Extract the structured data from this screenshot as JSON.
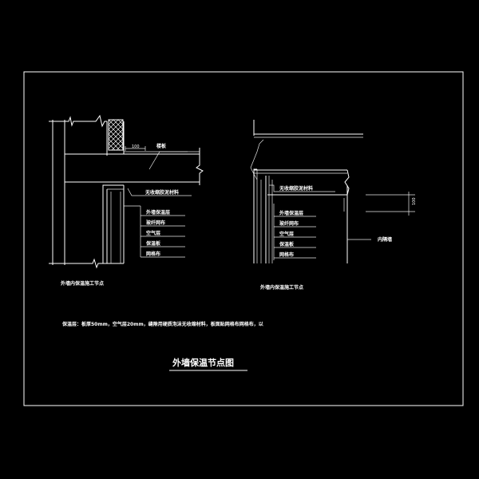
{
  "left_detail": {
    "label_floor": "楼板",
    "dim_100": "100",
    "label_material": "无收缩胶泥材料",
    "layers": [
      "外墙保温层",
      "玻纤网布",
      "空气层",
      "保温板",
      "网格布"
    ],
    "caption": "外墙内保温施工节点"
  },
  "right_detail": {
    "label_material": "无收缩胶泥材料",
    "layers": [
      "外墙保温层",
      "玻纤网布",
      "空气层",
      "保温板",
      "网格布"
    ],
    "dim_100": "100",
    "label_partition": "内隔墙",
    "caption": "外墙内保温施工节点"
  },
  "note": "保温层：板厚50mm，空气层20mm，缝隙用硬质泡沫无收缩材料，板面贴网格布网格布，以",
  "main_title": "外墙保温节点图"
}
